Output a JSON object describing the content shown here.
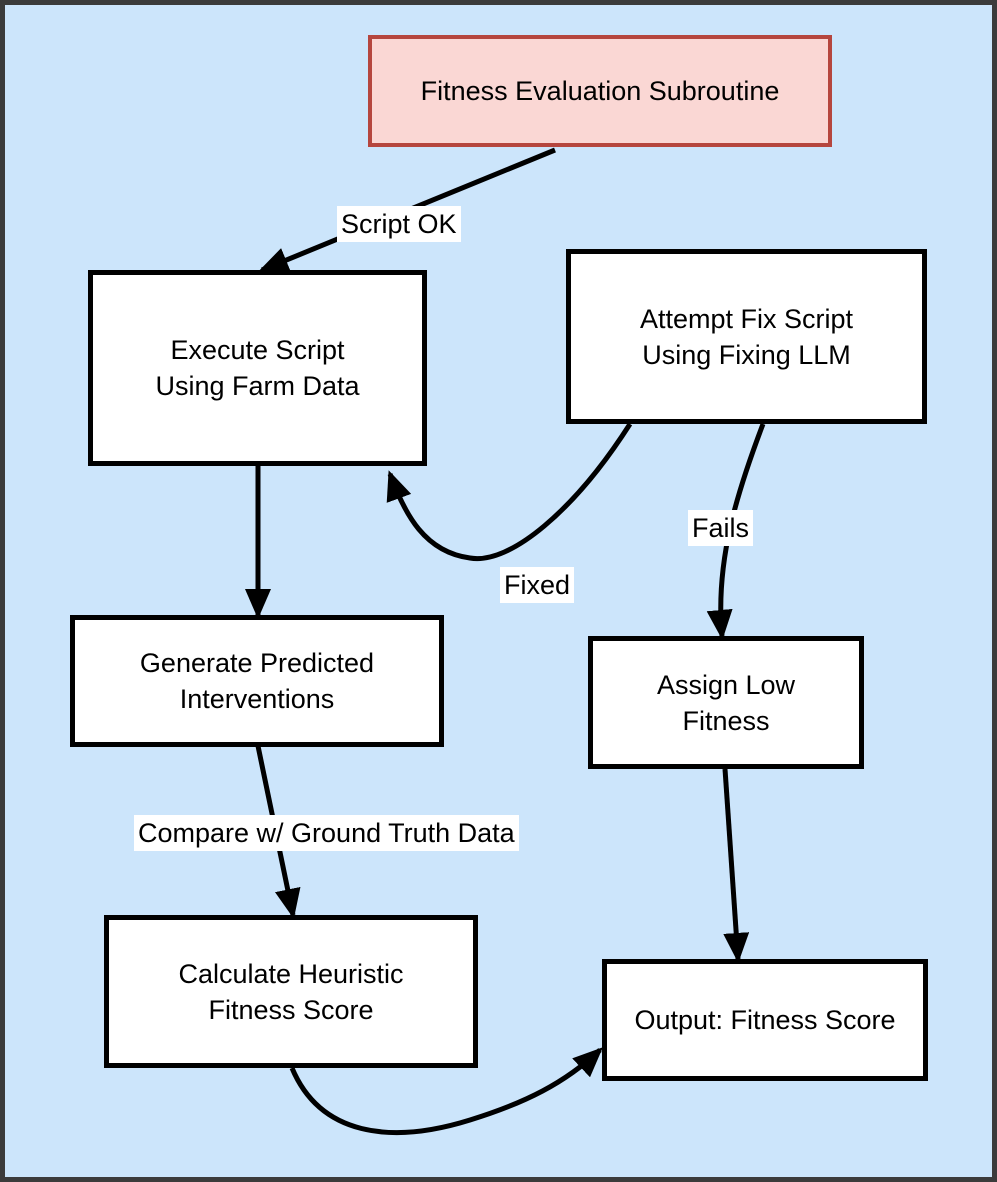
{
  "diagram": {
    "header": {
      "label": "Fitness Evaluation Subroutine",
      "fill": "#fad7d4",
      "stroke": "#b5463e"
    },
    "nodes": {
      "execute": "Execute Script\nUsing Farm Data",
      "attempt_fix": "Attempt Fix Script\nUsing Fixing LLM",
      "generate": "Generate Predicted\nInterventions",
      "assign_low": "Assign Low\nFitness",
      "calculate": "Calculate Heuristic\nFitness Score",
      "output": "Output: Fitness Score"
    },
    "edges": {
      "script_ok": "Script OK",
      "fixed": "Fixed",
      "fails": "Fails",
      "compare": "Compare w/ Ground Truth Data"
    },
    "background": "#cce5fb"
  }
}
